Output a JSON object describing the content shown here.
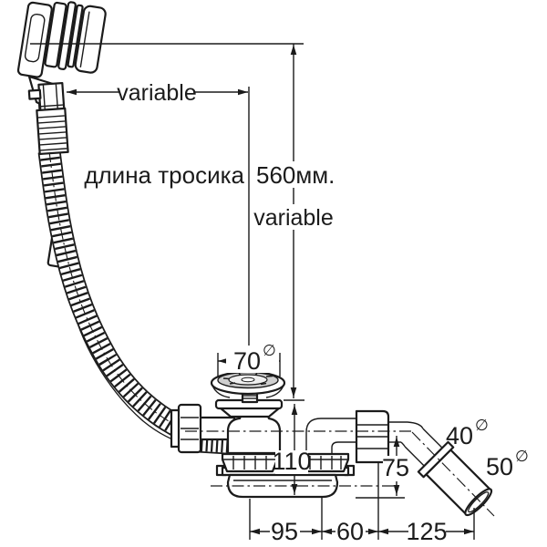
{
  "labels": {
    "top_span": "variable",
    "side_span": "variable",
    "cable_length_label": "длина тросика",
    "cable_length_value": "560мм.",
    "plug_diameter": "70",
    "diameter_symbol": "∅",
    "trap_height": "110",
    "outlet_height": "75",
    "outlet_pipe_diameter": "40",
    "outlet_end_diameter": "50",
    "bottom_dims": {
      "plug_to_trap": "95",
      "trap_to_elbow": "60",
      "elbow_to_outlet": "125"
    }
  },
  "colors": {
    "line": "#1b1b1b",
    "background": "#ffffff",
    "plug_shade_outer": "#cfcfcf",
    "plug_shade_inner": "#efefef"
  }
}
